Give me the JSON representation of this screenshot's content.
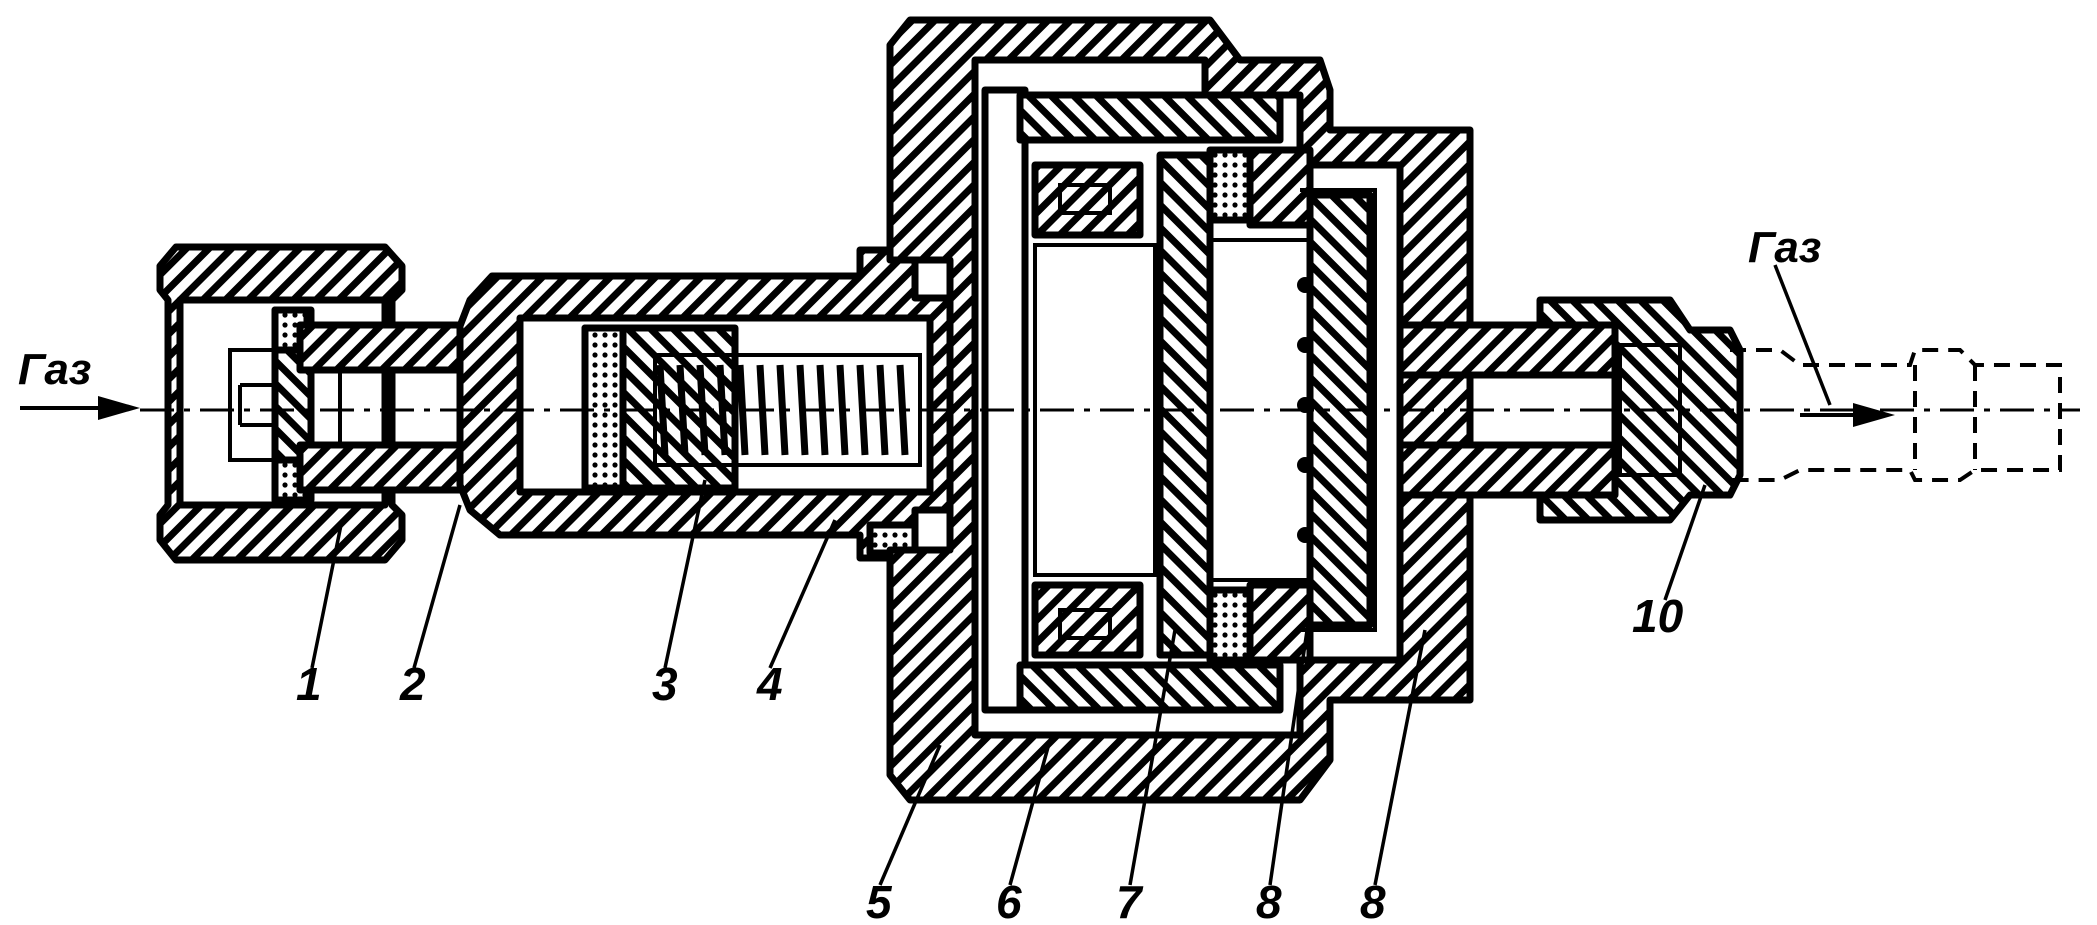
{
  "diagram": {
    "gas_in_label": "Газ",
    "gas_out_label": "Газ",
    "part_labels": [
      "1",
      "2",
      "3",
      "4",
      "5",
      "6",
      "7",
      "8",
      "8",
      "10"
    ]
  }
}
